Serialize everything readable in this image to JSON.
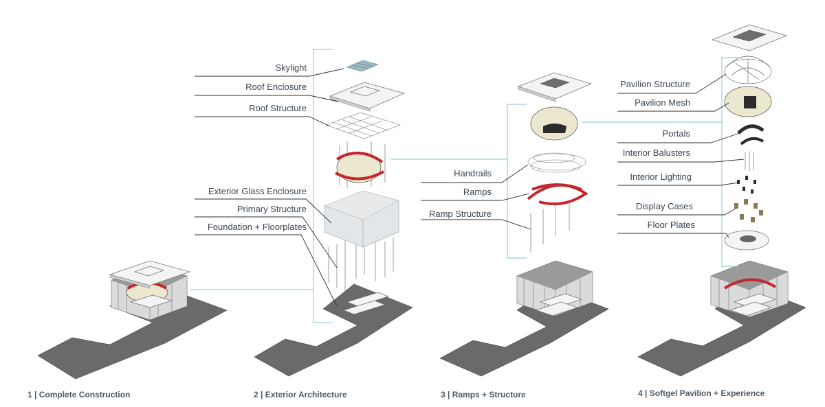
{
  "panels": [
    {
      "caption": "1 | Complete Construction",
      "labels": []
    },
    {
      "caption": "2 | Exterior Architecture",
      "labels": [
        "Skylight",
        "Roof Enclosure",
        "Roof Structure",
        "Exterior Glass Enclosure",
        "Primary Structure",
        "Foundation + Floorplates"
      ]
    },
    {
      "caption": "3 | Ramps + Structure",
      "labels": [
        "Handrails",
        "Ramps",
        "Ramp Structure"
      ]
    },
    {
      "caption": "4 | Softgel Pavilion + Experience",
      "labels": [
        "Pavilion Structure",
        "Pavilion Mesh",
        "Portals",
        "Interior Balusters",
        "Interior Lighting",
        "Display Cases",
        "Floor Plates"
      ]
    }
  ],
  "colors": {
    "bracket": "#a9d6d8",
    "ramp": "#c4262b",
    "ground": "#6a6a6a",
    "text": "#3b4652"
  }
}
